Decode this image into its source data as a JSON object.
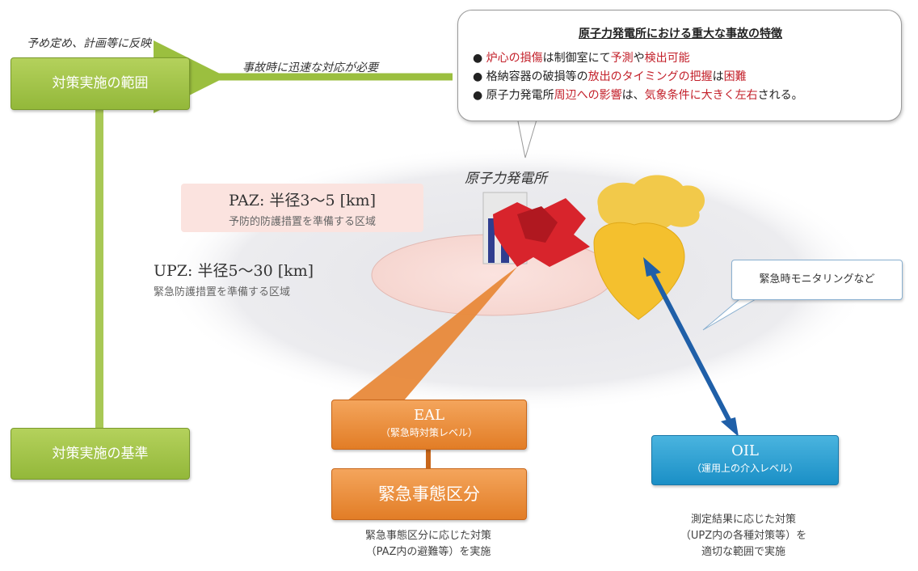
{
  "header_note": "予め定め、計画等に反映",
  "arrow_label": "事故時に迅速な対応が必要",
  "green_top": "対策実施の範囲",
  "green_bottom": "対策実施の基準",
  "callout": {
    "title": "原子力発電所における重大な事故の特徴",
    "b1": {
      "r1": "炉心の損傷",
      "n1": "は制御室にて",
      "r2": "予測",
      "n2": "や",
      "r3": "検出",
      "n3": "可能"
    },
    "b2": {
      "n1": "格納容器の破損等の",
      "r1": "放出のタイミングの把握",
      "n2": "は",
      "r2": "困難"
    },
    "b3": {
      "n1": "原子力発電所",
      "r1": "周辺への影響",
      "n2": "は、",
      "r2": "気象条件に大きく左右",
      "n3": "される。"
    }
  },
  "plant_label": "原子力発電所",
  "paz": {
    "title": "PAZ: 半径3～5 [km]",
    "sub": "予防的防護措置を準備する区域"
  },
  "upz": {
    "title": "UPZ: 半径5～30 [km]",
    "sub": "緊急防護措置を準備する区域"
  },
  "monitoring": "緊急時モニタリングなど",
  "eal": {
    "title": "EAL",
    "sub": "（緊急時対策レベル）"
  },
  "emergency_class": "緊急事態区分",
  "oil": {
    "title": "OIL",
    "sub": "（運用上の介入レベル）"
  },
  "eal_caption": {
    "l1": "緊急事態区分に応じた対策",
    "l2": "（PAZ内の避難等）を実施"
  },
  "oil_caption": {
    "l1": "測定結果に応じた対策",
    "l2": "（UPZ内の各種対策等）を",
    "l3": "適切な範囲で実施"
  },
  "colors": {
    "green": "#9bbf3f",
    "orange": "#e88a35",
    "blue": "#2a9fd3",
    "red": "#c3202a"
  }
}
